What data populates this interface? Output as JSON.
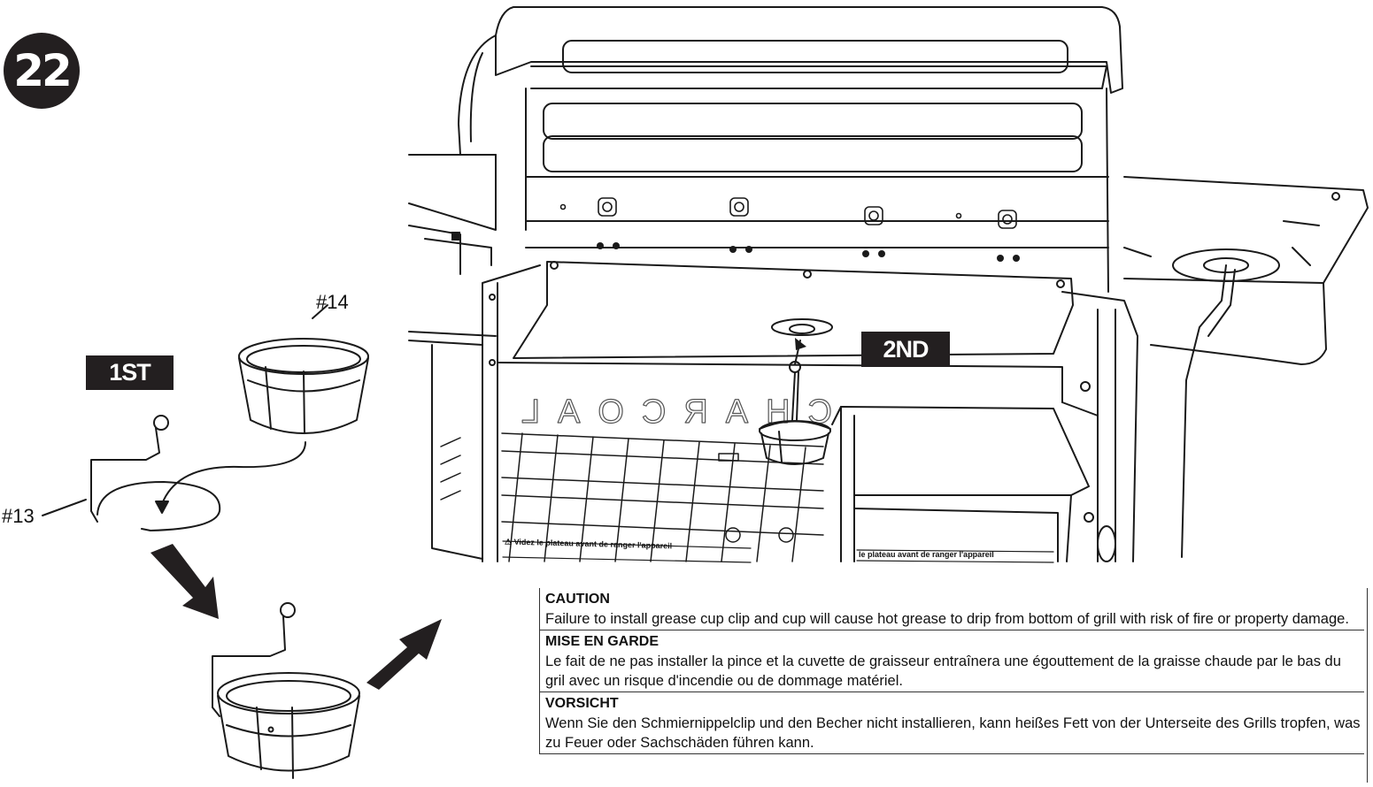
{
  "step": {
    "number": "22"
  },
  "labels": {
    "first": "1ST",
    "second": "2ND",
    "part_14": "#14",
    "part_13": "#13"
  },
  "grill": {
    "front_text": "CHARCOAL",
    "small_label_left": "⚠ Videz le plateau avant de ranger l'appareil",
    "small_label_right": "le plateau avant de ranger l'appareil"
  },
  "caution": [
    {
      "heading": "CAUTION",
      "body": "Failure to install grease cup clip and cup will cause hot grease to drip from bottom of grill with risk of fire or property damage."
    },
    {
      "heading": "MISE EN GARDE",
      "body": "Le fait de ne pas installer la pince et la cuvette de graisseur entraînera une égouttement de la graisse chaude par le bas du gril avec un risque d'incendie ou de dommage matériel."
    },
    {
      "heading": "VORSICHT",
      "body": "Wenn Sie den Schmiernippelclip und den Becher nicht installieren, kann heißes Fett von der Unterseite des Grills tropfen, was zu Feuer oder Sachschäden führen kann."
    }
  ],
  "icons": [
    "arrow-icon",
    "grease-cup-icon",
    "cup-clip-icon"
  ]
}
